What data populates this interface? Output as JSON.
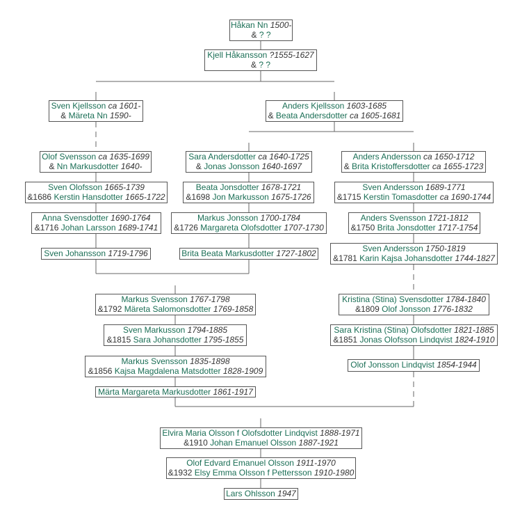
{
  "nodes": [
    {
      "id": "hakan",
      "lines": [
        [
          {
            "t": "n",
            "v": "Håkan Nn"
          },
          {
            "t": "y",
            "v": " 1500-"
          }
        ],
        [
          {
            "t": "x",
            "v": "& "
          },
          {
            "t": "n",
            "v": "? ?"
          }
        ]
      ]
    },
    {
      "id": "kjell",
      "lines": [
        [
          {
            "t": "n",
            "v": "Kjell Håkansson"
          },
          {
            "t": "y",
            "v": " ?1555-1627"
          }
        ],
        [
          {
            "t": "x",
            "v": "& "
          },
          {
            "t": "n",
            "v": "? ?"
          }
        ]
      ]
    },
    {
      "id": "sven-kjellsson",
      "lines": [
        [
          {
            "t": "n",
            "v": "Sven Kjellsson"
          },
          {
            "t": "y",
            "v": " ca 1601-"
          }
        ],
        [
          {
            "t": "x",
            "v": "& "
          },
          {
            "t": "n",
            "v": "Märeta Nn"
          },
          {
            "t": "y",
            "v": " 1590-"
          }
        ]
      ]
    },
    {
      "id": "anders-kjellsson",
      "lines": [
        [
          {
            "t": "n",
            "v": "Anders Kjellsson"
          },
          {
            "t": "y",
            "v": " 1603-1685"
          }
        ],
        [
          {
            "t": "x",
            "v": "& "
          },
          {
            "t": "n",
            "v": "Beata Andersdotter"
          },
          {
            "t": "y",
            "v": " ca 1605-1681"
          }
        ]
      ]
    },
    {
      "id": "olof-svensson",
      "lines": [
        [
          {
            "t": "n",
            "v": "Olof Svensson"
          },
          {
            "t": "y",
            "v": " ca 1635-1699"
          }
        ],
        [
          {
            "t": "x",
            "v": "& "
          },
          {
            "t": "n",
            "v": "Nn Markusdotter"
          },
          {
            "t": "y",
            "v": " 1640-"
          }
        ]
      ]
    },
    {
      "id": "sara-andersdotter",
      "lines": [
        [
          {
            "t": "n",
            "v": "Sara Andersdotter"
          },
          {
            "t": "y",
            "v": " ca 1640-1725"
          }
        ],
        [
          {
            "t": "x",
            "v": "& "
          },
          {
            "t": "n",
            "v": "Jonas Jonsson"
          },
          {
            "t": "y",
            "v": " 1640-1697"
          }
        ]
      ]
    },
    {
      "id": "anders-andersson",
      "lines": [
        [
          {
            "t": "n",
            "v": "Anders Andersson"
          },
          {
            "t": "y",
            "v": " ca 1650-1712"
          }
        ],
        [
          {
            "t": "x",
            "v": "& "
          },
          {
            "t": "n",
            "v": "Brita Kristoffersdotter"
          },
          {
            "t": "y",
            "v": " ca 1655-1723"
          }
        ]
      ]
    },
    {
      "id": "sven-olofsson",
      "lines": [
        [
          {
            "t": "n",
            "v": "Sven Olofsson"
          },
          {
            "t": "y",
            "v": " 1665-1739"
          }
        ],
        [
          {
            "t": "x",
            "v": "&1686 "
          },
          {
            "t": "n",
            "v": "Kerstin Hansdotter"
          },
          {
            "t": "y",
            "v": " 1665-1722"
          }
        ]
      ]
    },
    {
      "id": "beata-jonsdotter",
      "lines": [
        [
          {
            "t": "n",
            "v": "Beata Jonsdotter"
          },
          {
            "t": "y",
            "v": " 1678-1721"
          }
        ],
        [
          {
            "t": "x",
            "v": "&1698 "
          },
          {
            "t": "n",
            "v": "Jon Markusson"
          },
          {
            "t": "y",
            "v": " 1675-1726"
          }
        ]
      ]
    },
    {
      "id": "sven-andersson-1689",
      "lines": [
        [
          {
            "t": "n",
            "v": "Sven Andersson"
          },
          {
            "t": "y",
            "v": " 1689-1771"
          }
        ],
        [
          {
            "t": "x",
            "v": "&1715 "
          },
          {
            "t": "n",
            "v": "Kerstin Tomasdotter"
          },
          {
            "t": "y",
            "v": " ca 1690-1744"
          }
        ]
      ]
    },
    {
      "id": "anna-svensdotter",
      "lines": [
        [
          {
            "t": "n",
            "v": "Anna Svensdotter"
          },
          {
            "t": "y",
            "v": " 1690-1764"
          }
        ],
        [
          {
            "t": "x",
            "v": "&1716 "
          },
          {
            "t": "n",
            "v": "Johan Larsson"
          },
          {
            "t": "y",
            "v": " 1689-1741"
          }
        ]
      ]
    },
    {
      "id": "markus-jonsson",
      "lines": [
        [
          {
            "t": "n",
            "v": "Markus Jonsson"
          },
          {
            "t": "y",
            "v": " 1700-1784"
          }
        ],
        [
          {
            "t": "x",
            "v": "&1726 "
          },
          {
            "t": "n",
            "v": "Margareta Olofsdotter"
          },
          {
            "t": "y",
            "v": " 1707-1730"
          }
        ]
      ]
    },
    {
      "id": "anders-svensson",
      "lines": [
        [
          {
            "t": "n",
            "v": "Anders Svensson"
          },
          {
            "t": "y",
            "v": " 1721-1812"
          }
        ],
        [
          {
            "t": "x",
            "v": "&1750 "
          },
          {
            "t": "n",
            "v": "Brita Jonsdotter"
          },
          {
            "t": "y",
            "v": " 1717-1754"
          }
        ]
      ]
    },
    {
      "id": "sven-johansson",
      "lines": [
        [
          {
            "t": "n",
            "v": "Sven Johansson"
          },
          {
            "t": "y",
            "v": " 1719-1796"
          }
        ]
      ]
    },
    {
      "id": "brita-beata",
      "lines": [
        [
          {
            "t": "n",
            "v": "Brita Beata Markusdotter"
          },
          {
            "t": "y",
            "v": " 1727-1802"
          }
        ]
      ]
    },
    {
      "id": "sven-andersson-1750",
      "lines": [
        [
          {
            "t": "n",
            "v": "Sven Andersson"
          },
          {
            "t": "y",
            "v": " 1750-1819"
          }
        ],
        [
          {
            "t": "x",
            "v": "&1781 "
          },
          {
            "t": "n",
            "v": "Karin Kajsa Johansdotter"
          },
          {
            "t": "y",
            "v": " 1744-1827"
          }
        ]
      ]
    },
    {
      "id": "markus-svensson-1767",
      "lines": [
        [
          {
            "t": "n",
            "v": "Markus Svensson"
          },
          {
            "t": "y",
            "v": " 1767-1798"
          }
        ],
        [
          {
            "t": "x",
            "v": "&1792 "
          },
          {
            "t": "n",
            "v": "Märeta Salomonsdotter"
          },
          {
            "t": "y",
            "v": " 1769-1858"
          }
        ]
      ]
    },
    {
      "id": "kristina-stina",
      "lines": [
        [
          {
            "t": "n",
            "v": "Kristina (Stina) Svensdotter"
          },
          {
            "t": "y",
            "v": " 1784-1840"
          }
        ],
        [
          {
            "t": "x",
            "v": "&1809 "
          },
          {
            "t": "n",
            "v": "Olof Jonsson"
          },
          {
            "t": "y",
            "v": " 1776-1832"
          }
        ]
      ]
    },
    {
      "id": "sven-markusson",
      "lines": [
        [
          {
            "t": "n",
            "v": "Sven Markusson"
          },
          {
            "t": "y",
            "v": " 1794-1885"
          }
        ],
        [
          {
            "t": "x",
            "v": "&1815 "
          },
          {
            "t": "n",
            "v": "Sara Johansdotter"
          },
          {
            "t": "y",
            "v": " 1795-1855"
          }
        ]
      ]
    },
    {
      "id": "sara-kristina",
      "lines": [
        [
          {
            "t": "n",
            "v": "Sara Kristina (Stina) Olofsdotter"
          },
          {
            "t": "y",
            "v": " 1821-1885"
          }
        ],
        [
          {
            "t": "x",
            "v": "&1851 "
          },
          {
            "t": "n",
            "v": "Jonas Olofsson Lindqvist"
          },
          {
            "t": "y",
            "v": " 1824-1910"
          }
        ]
      ]
    },
    {
      "id": "markus-svensson-1835",
      "lines": [
        [
          {
            "t": "n",
            "v": "Markus Svensson"
          },
          {
            "t": "y",
            "v": " 1835-1898"
          }
        ],
        [
          {
            "t": "x",
            "v": "&1856 "
          },
          {
            "t": "n",
            "v": "Kajsa Magdalena Matsdotter"
          },
          {
            "t": "y",
            "v": " 1828-1909"
          }
        ]
      ]
    },
    {
      "id": "olof-jonsson-lindqvist",
      "lines": [
        [
          {
            "t": "n",
            "v": "Olof Jonsson Lindqvist"
          },
          {
            "t": "y",
            "v": " 1854-1944"
          }
        ]
      ]
    },
    {
      "id": "marta-margareta",
      "lines": [
        [
          {
            "t": "n",
            "v": "Märta Margareta Markusdotter"
          },
          {
            "t": "y",
            "v": " 1861-1917"
          }
        ]
      ]
    },
    {
      "id": "elvira-maria",
      "lines": [
        [
          {
            "t": "n",
            "v": "Elvira Maria Olsson f Olofsdotter Lindqvist"
          },
          {
            "t": "y",
            "v": " 1888-1971"
          }
        ],
        [
          {
            "t": "x",
            "v": "&1910 "
          },
          {
            "t": "n",
            "v": "Johan Emanuel Olsson"
          },
          {
            "t": "y",
            "v": " 1887-1921"
          }
        ]
      ]
    },
    {
      "id": "olof-edvard",
      "lines": [
        [
          {
            "t": "n",
            "v": "Olof Edvard Emanuel Olsson"
          },
          {
            "t": "y",
            "v": " 1911-1970"
          }
        ],
        [
          {
            "t": "x",
            "v": "&1932 "
          },
          {
            "t": "n",
            "v": "Elsy Emma Olsson f Pettersson"
          },
          {
            "t": "y",
            "v": " 1910-1980"
          }
        ]
      ]
    },
    {
      "id": "lars-ohlsson",
      "lines": [
        [
          {
            "t": "n",
            "v": "Lars Ohlsson"
          },
          {
            "t": "y",
            "v": " 1947"
          }
        ]
      ]
    }
  ]
}
